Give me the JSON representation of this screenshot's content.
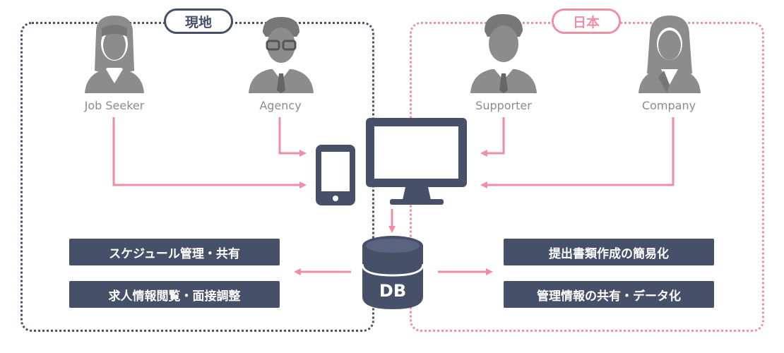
{
  "colors": {
    "navy": "#465068",
    "pink": "#ef8fa5",
    "gray": "#8c8c8c",
    "dark_gray": "#666666"
  },
  "regions": {
    "local": {
      "label": "現地"
    },
    "japan": {
      "label": "日本"
    }
  },
  "people": {
    "job_seeker": {
      "label": "Job Seeker",
      "icon": "female-user-icon"
    },
    "agency": {
      "label": "Agency",
      "icon": "male-glasses-user-icon"
    },
    "supporter": {
      "label": "Supporter",
      "icon": "male-user-icon"
    },
    "company": {
      "label": "Company",
      "icon": "female-business-user-icon"
    }
  },
  "devices": {
    "smartphone": {
      "icon": "smartphone-icon"
    },
    "monitor": {
      "icon": "monitor-icon"
    }
  },
  "database": {
    "label": "DB",
    "icon": "database-icon"
  },
  "features": {
    "left": [
      "スケジュール管理・共有",
      "求人情報閲覧・面接調整"
    ],
    "right": [
      "提出書類作成の簡易化",
      "管理情報の共有・データ化"
    ]
  }
}
